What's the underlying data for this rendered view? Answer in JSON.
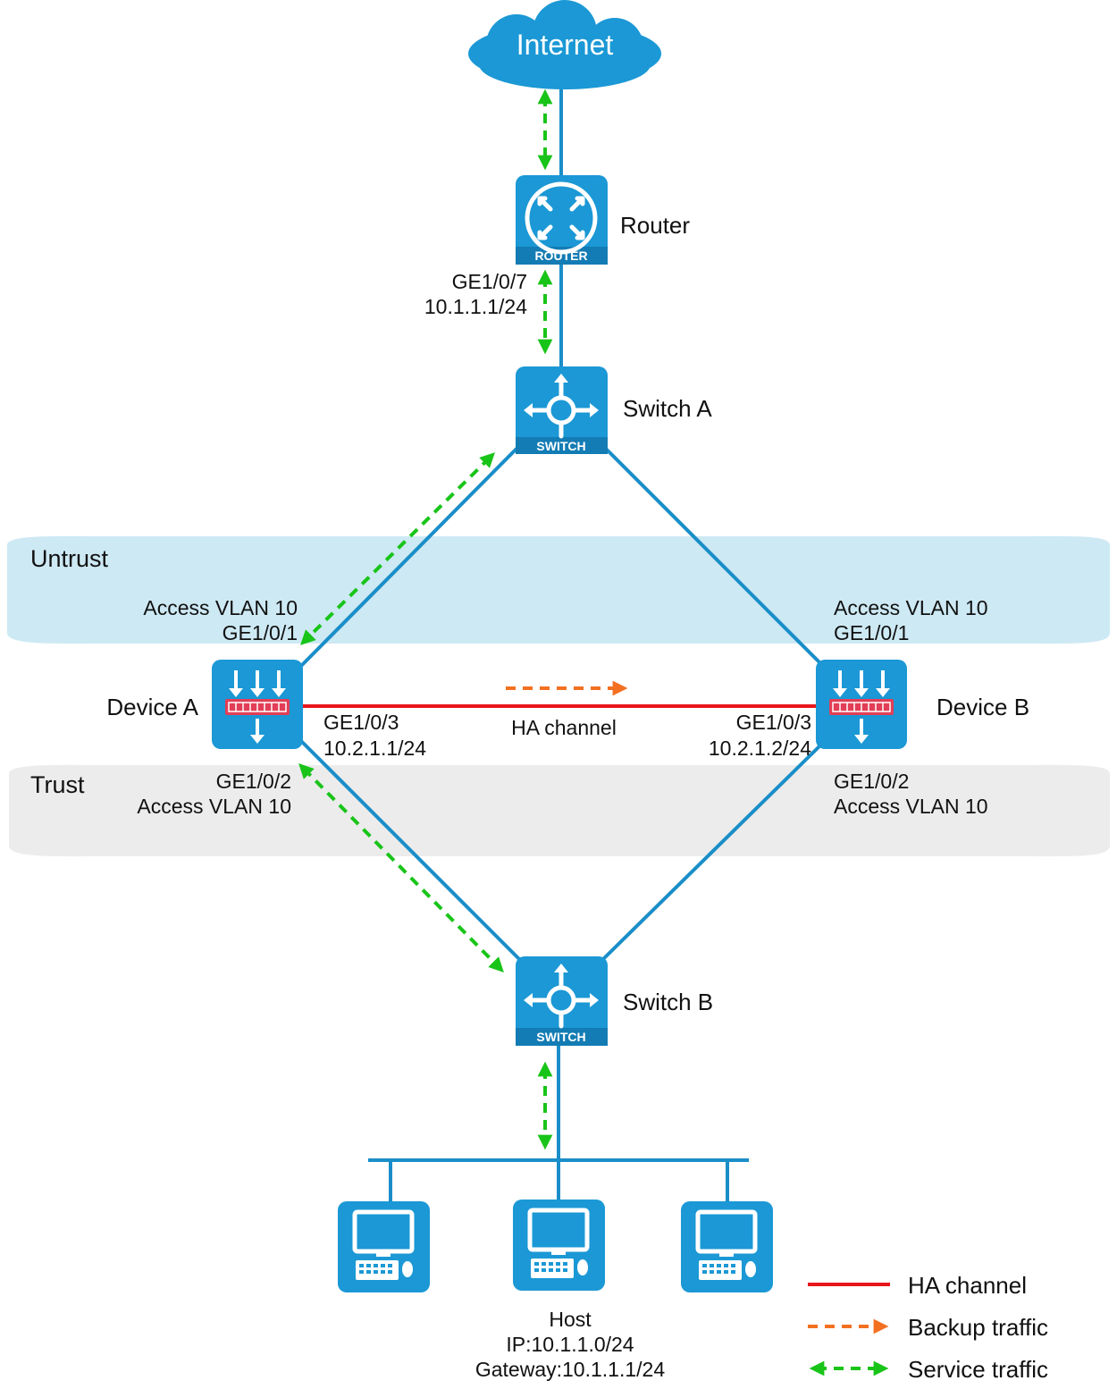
{
  "colors": {
    "link": "#1a8ec8",
    "device": "#1b98d5",
    "device_dark": "#137cb4",
    "ha_channel": "#e8161b",
    "backup_traffic": "#f37021",
    "service_traffic": "#19c419",
    "untrust_zone": "#cde9f4",
    "trust_zone": "#ececec"
  },
  "cloud": {
    "label": "Internet"
  },
  "router": {
    "label": "Router",
    "badge": "ROUTER",
    "iface": "GE1/0/7",
    "ip": "10.1.1.1/24"
  },
  "switch_a": {
    "label": "Switch A",
    "badge": "SWITCH"
  },
  "switch_b": {
    "label": "Switch B",
    "badge": "SWITCH"
  },
  "zones": {
    "untrust": "Untrust",
    "trust": "Trust"
  },
  "device_a": {
    "label": "Device A",
    "up_access": "Access  VLAN 10",
    "up_iface": "GE1/0/1",
    "ha_iface": "GE1/0/3",
    "ha_ip": "10.2.1.1/24",
    "down_iface": "GE1/0/2",
    "down_access": "Access  VLAN 10"
  },
  "device_b": {
    "label": "Device B",
    "up_access": "Access  VLAN 10",
    "up_iface": "GE1/0/1",
    "ha_iface": "GE1/0/3",
    "ha_ip": "10.2.1.2/24",
    "down_iface": "GE1/0/2",
    "down_access": "Access  VLAN 10"
  },
  "ha_link_label": "HA channel",
  "host": {
    "label": "Host",
    "ip": "IP:10.1.1.0/24",
    "gateway": "Gateway:10.1.1.1/24"
  },
  "legend": [
    {
      "label": "HA channel",
      "style": "ha"
    },
    {
      "label": "Backup traffic",
      "style": "backup"
    },
    {
      "label": "Service traffic",
      "style": "service"
    }
  ]
}
